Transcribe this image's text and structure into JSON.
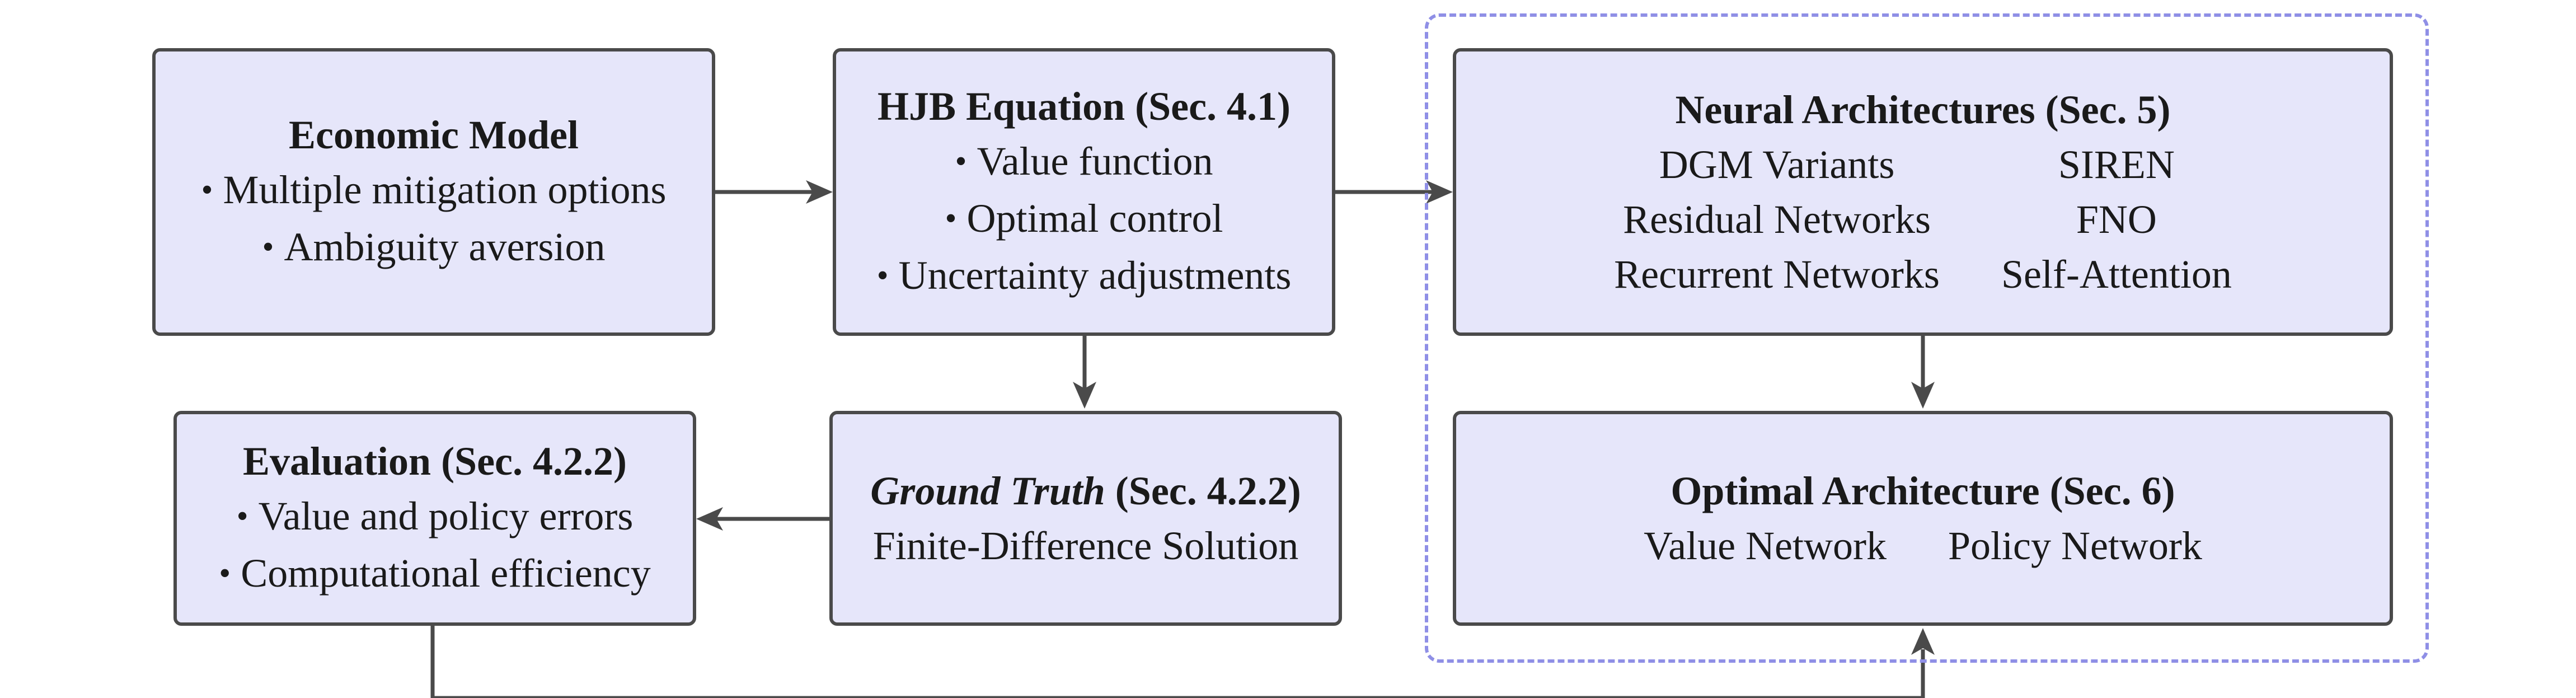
{
  "boxes": {
    "economic_model": {
      "title": "Economic Model",
      "items": [
        "Multiple mitigation options",
        "Ambiguity aversion"
      ]
    },
    "hjb_equation": {
      "title": "HJB Equation (Sec. 4.1)",
      "items": [
        "Value function",
        "Optimal control",
        "Uncertainty adjustments"
      ]
    },
    "neural_architectures": {
      "title_main": "Neural Architectures",
      "title_sec": "(Sec. 5)",
      "left": [
        "DGM Variants",
        "Residual Networks",
        "Recurrent Networks"
      ],
      "right": [
        "SIREN",
        "FNO",
        "Self-Attention"
      ]
    },
    "evaluation": {
      "title_main": "Evaluation",
      "title_sec": "(Sec. 4.2.2)",
      "items": [
        "Value and policy errors",
        "Computational efficiency"
      ]
    },
    "ground_truth": {
      "title_main": "Ground Truth",
      "title_sec": "(Sec. 4.2.2)",
      "subtitle": "Finite-Difference Solution"
    },
    "optimal_architecture": {
      "title_main": "Optimal Architecture",
      "title_sec": "(Sec. 6)",
      "items": [
        "Value Network",
        "Policy Network"
      ]
    }
  },
  "bullet_symbol": "•",
  "colors": {
    "box_fill": "#e6e6fa",
    "box_border": "#4a4a4a",
    "arrow": "#4a4a4a",
    "dashed_border": "#8f8fe6"
  }
}
